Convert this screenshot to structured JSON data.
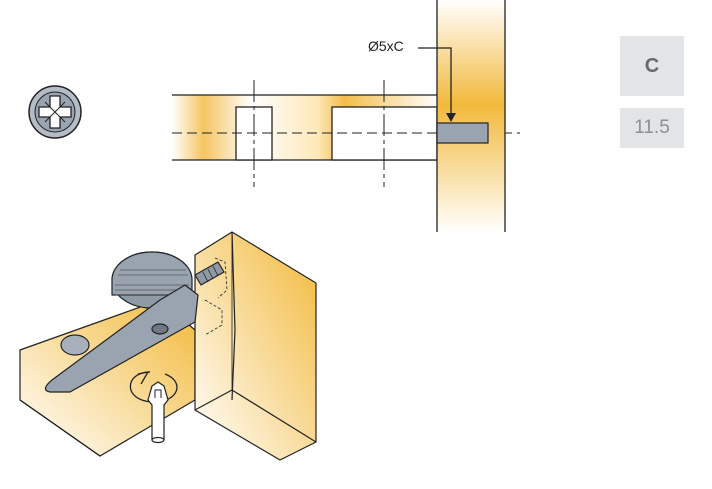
{
  "dimension_label": "Ø5xC",
  "spec_letter": "C",
  "spec_value": "11.5",
  "icons": [
    "phillips-pozidriv-drive-icon",
    "screwdriver-icon",
    "rotation-arrow-icon"
  ],
  "colors": {
    "wood": "#f2b93b",
    "metal": "#8f9aa6",
    "spec_box": "#e3e4e6"
  }
}
